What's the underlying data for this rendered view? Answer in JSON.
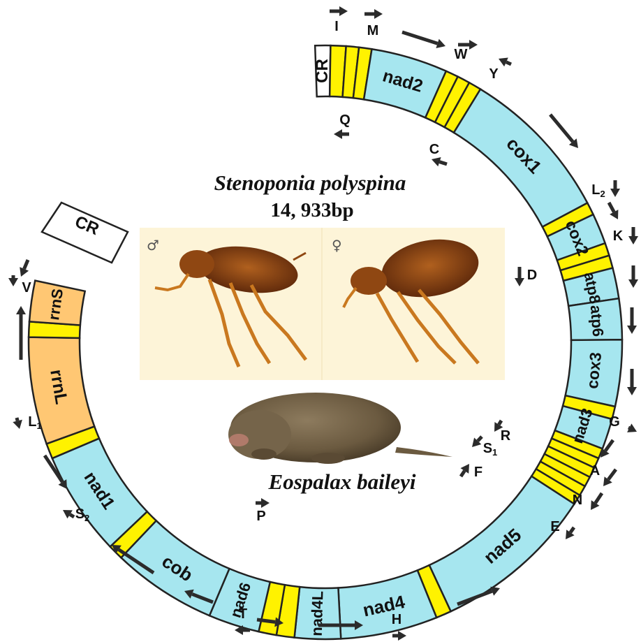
{
  "title": {
    "species": "Stenoponia polyspina",
    "length": "14, 933bp",
    "host": "Eospalax baileyi"
  },
  "photos": {
    "male_symbol": "♂",
    "female_symbol": "♀"
  },
  "colors": {
    "protein": "#a6e6ef",
    "trna": "#fff200",
    "rrna": "#ffc773",
    "cr": "#ffffff",
    "outline": "#222222",
    "arrow": "#2b2b2b"
  },
  "genes": {
    "cr_top": "CR",
    "nad2": "nad2",
    "cox1": "cox1",
    "cox2": "cox2",
    "atp8": "atp8",
    "atp6": "atp6",
    "cox3": "cox3",
    "nad3": "nad3",
    "nad5": "nad5",
    "nad4": "nad4",
    "nad4L": "nad4L",
    "nad6": "nad6",
    "cob": "cob",
    "nad1": "nad1",
    "rrnL": "rrnL",
    "rrnS": "rrnS",
    "cr_left": "CR"
  },
  "trna_labels": {
    "I": "I",
    "M": "M",
    "Q": "Q",
    "W": "W",
    "Y": "Y",
    "C": "C",
    "L2": "L",
    "L2_sub": "2",
    "K": "K",
    "D": "D",
    "G": "G",
    "R": "R",
    "S1": "S",
    "S1_sub": "1",
    "F": "F",
    "A": "A",
    "N": "N",
    "E": "E",
    "H": "H",
    "T": "T",
    "P": "P",
    "S2": "S",
    "S2_sub": "2",
    "L1": "L",
    "L1_sub": "1",
    "V": "V"
  }
}
